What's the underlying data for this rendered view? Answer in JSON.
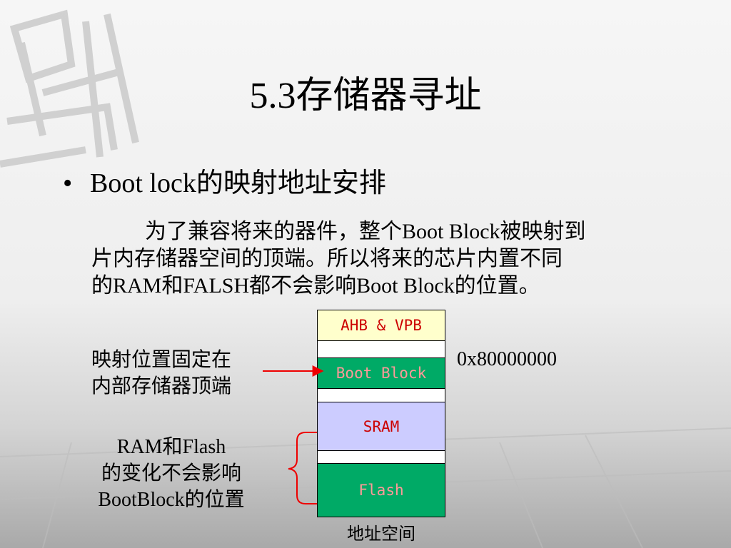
{
  "title": "5.3存储器寻址",
  "bullet": "Boot lock的映射地址安排",
  "paragraph": [
    "为了兼容将来的器件，整个Boot Block被映射到",
    "片内存储器空间的顶端。所以将来的芯片内置不同",
    "的RAM和FALSH都不会影响Boot Block的位置。"
  ],
  "left_label_1": [
    "映射位置固定在",
    "内部存储器顶端"
  ],
  "left_label_2": [
    "RAM和Flash",
    "的变化不会影响",
    "BootBlock的位置"
  ],
  "address_label": "0x80000000",
  "memory_map": {
    "caption": "地址空间",
    "segments": [
      {
        "label": "AHB & VPB",
        "fill": "#ffffcc",
        "text_color": "#cc0000"
      },
      {
        "label": "",
        "fill": "#ffffff",
        "text_color": "#000000"
      },
      {
        "label": "Boot Block",
        "fill": "#00aa66",
        "text_color": "#ff9999"
      },
      {
        "label": "",
        "fill": "#ffffff",
        "text_color": "#000000"
      },
      {
        "label": "SRAM",
        "fill": "#ccccff",
        "text_color": "#cc0000"
      },
      {
        "label": "",
        "fill": "#ffffff",
        "text_color": "#000000"
      },
      {
        "label": "Flash",
        "fill": "#00aa66",
        "text_color": "#ff9999"
      }
    ]
  },
  "colors": {
    "arrow": "#ee0000",
    "brace": "#ee0000"
  }
}
